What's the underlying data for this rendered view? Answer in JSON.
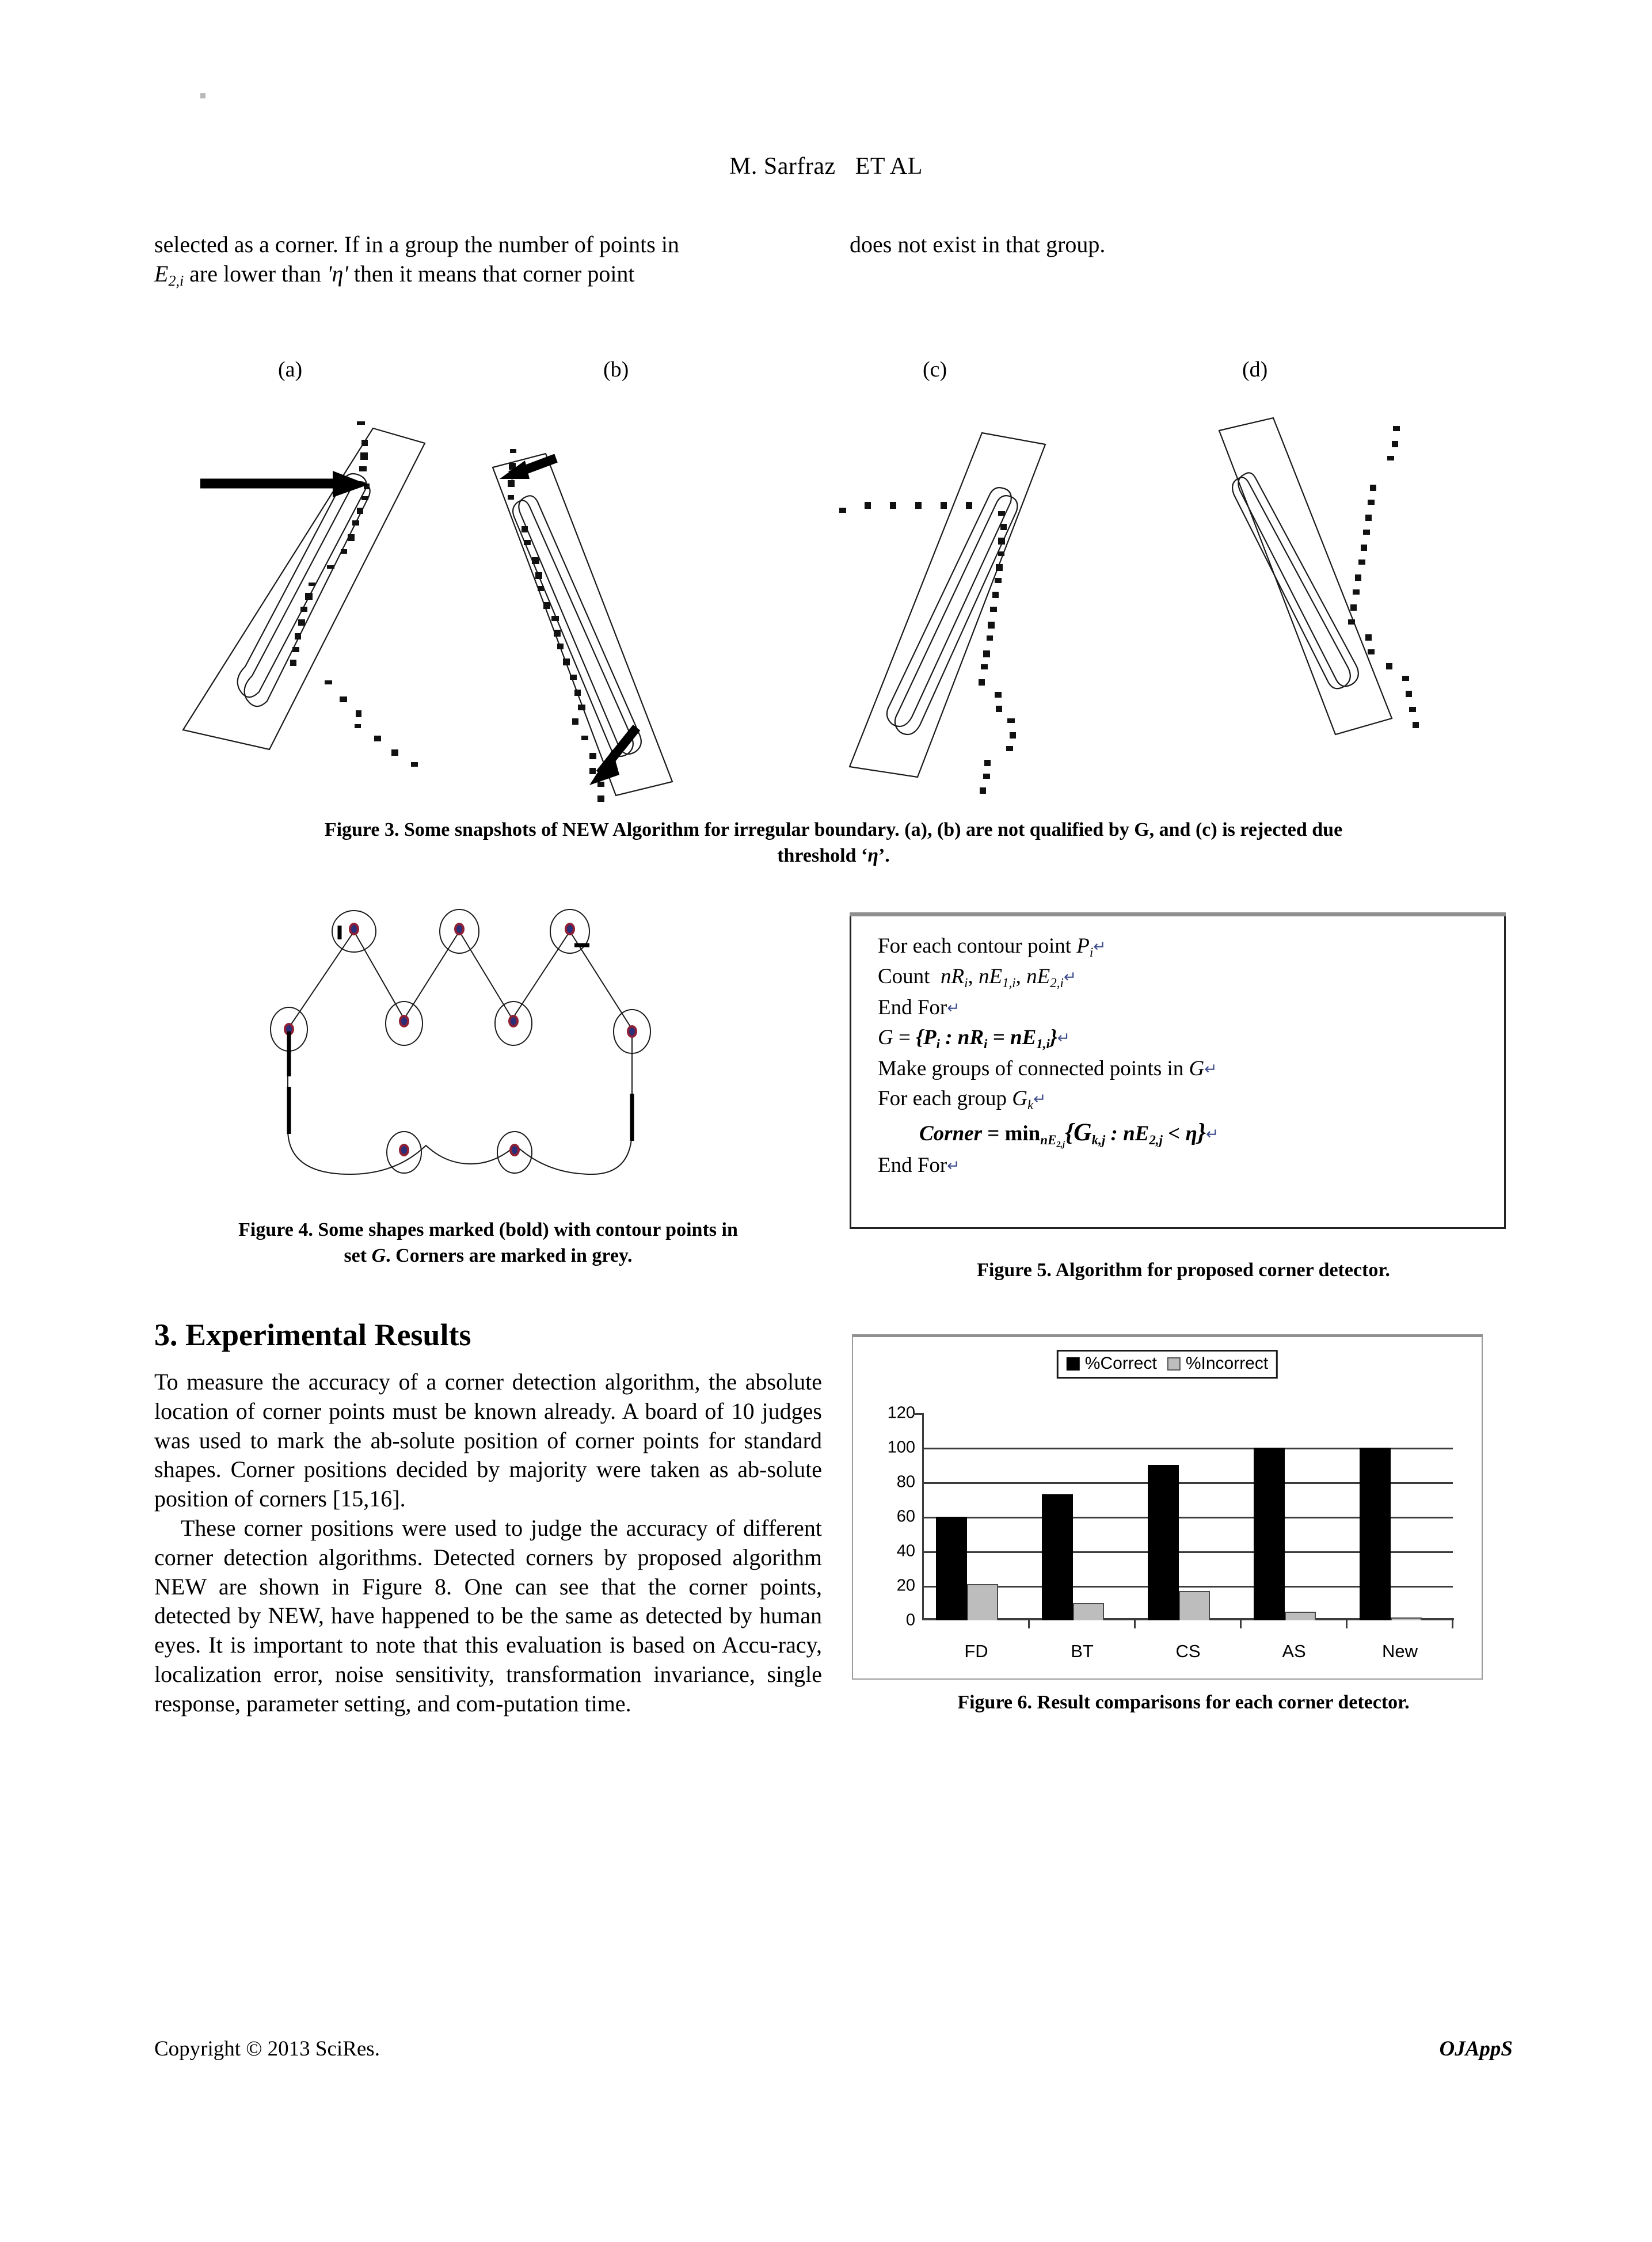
{
  "header": {
    "running_head_author": "M. Sarfraz",
    "running_head_suffix": "ET AL"
  },
  "intro": {
    "left_line1": "selected as a corner. If in a group the number of points in",
    "left_line2_pre": "are lower than ",
    "left_line2_eta": "'η'",
    "left_line2_post": " then it means that corner point",
    "left_E": "E",
    "left_E_sub": "2,i",
    "right_text": "does not exist in that group."
  },
  "figure3": {
    "panel_labels": [
      "(a)",
      "(b)",
      "(c)",
      "(d)"
    ],
    "caption_line1": "Figure 3. Some snapshots of NEW Algorithm for irregular boundary. (a), (b) are not qualified by G, and (c) is rejected due",
    "caption_line2_pre": "threshold ‘",
    "caption_line2_eta": "η",
    "caption_line2_post": "’."
  },
  "figure4": {
    "caption_line1": "Figure 4. Some shapes marked (bold) with contour points in",
    "caption_line2_pre": "set ",
    "caption_line2_G": "G",
    "caption_line2_post": ". Corners are marked in grey."
  },
  "figure5": {
    "caption": "Figure 5. Algorithm for proposed corner detector.",
    "algorithm": {
      "line1_text": "For each contour point ",
      "line1_var": "P",
      "line1_sub": "i",
      "line2_text": "Count ",
      "line2_v1": "nR",
      "line2_v1_sub": "i",
      "line2_sep1": ", ",
      "line2_v2": "nE",
      "line2_v2_sub": "1,i",
      "line2_sep2": ", ",
      "line2_v3": "nE",
      "line2_v3_sub": "2,i",
      "line3": "End For",
      "line4_G": "G",
      "line4_eq": " = ",
      "line4_set": "{P",
      "line4_sub1": "i",
      "line4_mid": " : nR",
      "line4_sub2": "i",
      "line4_eq2": " = nE",
      "line4_sub3": "1,i",
      "line4_close": "}",
      "line5": "Make groups of connected points in ",
      "line5_var": "G",
      "line6": "For each group ",
      "line6_var": "G",
      "line6_sub": "k",
      "line7_corner": "Corner",
      "line7_eq": " = min",
      "line7_minsub": "nE",
      "line7_minsub2": "2,j",
      "line7_open": "{G",
      "line7_gsub": "k,j",
      "line7_mid": " : nE",
      "line7_esub": "2,j",
      "line7_lt": " < ",
      "line7_eta": "η",
      "line7_close": "}",
      "line8": "End For"
    }
  },
  "section3": {
    "heading": "3. Experimental Results",
    "para1": "To measure the accuracy of a corner detection algorithm, the absolute location of corner points must be known already. A board of 10 judges was used to mark the ab-solute position of corner points for standard shapes. Corner positions decided by majority were taken as ab-solute position of corners [15,16].",
    "para2": "These corner positions were used to judge the accuracy of different corner detection algorithms. Detected corners by proposed algorithm NEW are shown in Figure 8. One can see that the corner points, detected by NEW, have happened to be the same as detected by human eyes. It is important to note that this evaluation is based on Accu-racy, localization error, noise sensitivity, transformation invariance, single response, parameter setting, and com-putation time."
  },
  "figure6": {
    "caption": "Figure 6. Result comparisons for each corner detector."
  },
  "chart_data": {
    "type": "bar",
    "title": "",
    "xlabel": "",
    "ylabel": "",
    "categories": [
      "FD",
      "BT",
      "CS",
      "AS",
      "New"
    ],
    "series": [
      {
        "name": "%Correct",
        "values": [
          60,
          73,
          90,
          100,
          100
        ],
        "color": "#000000"
      },
      {
        "name": "%Incorrect",
        "values": [
          21,
          10,
          17,
          5,
          1
        ],
        "color": "#bdbdbd"
      }
    ],
    "yticks": [
      0,
      20,
      40,
      60,
      80,
      100,
      120
    ],
    "ylim": [
      0,
      120
    ],
    "grid": true,
    "legend_position": "top-center"
  },
  "footer": {
    "left": "Copyright © 2013 SciRes.",
    "right": "OJAppS"
  }
}
